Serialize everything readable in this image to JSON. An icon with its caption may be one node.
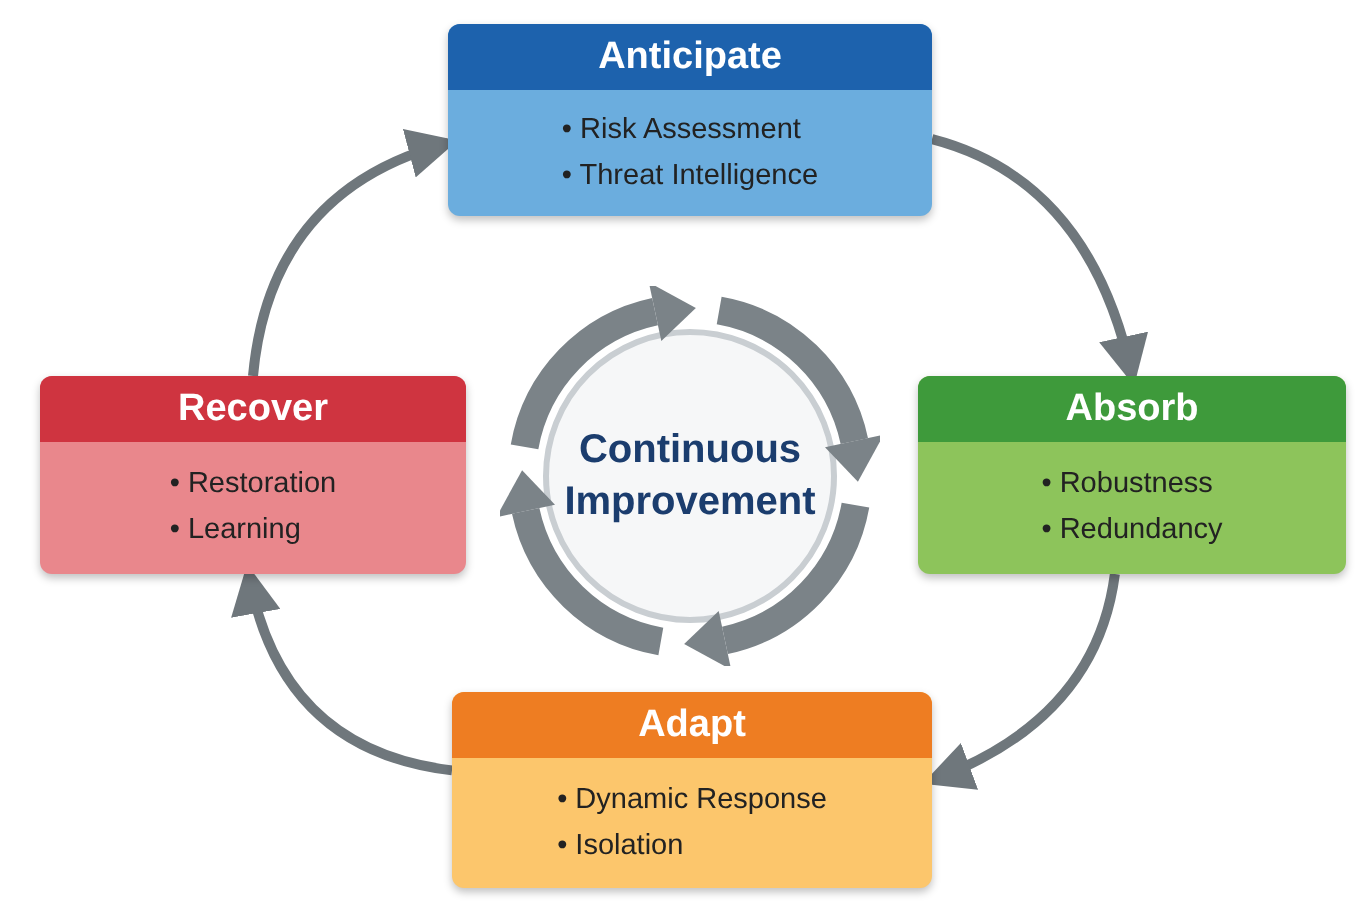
{
  "diagram": {
    "nodes": [
      {
        "text": [
          "Anticipate",
          "• Risk Assessment",
          "• Threat Intelligence"
        ]
      },
      {
        "text": [
          "Recover",
          "• Restoration",
          "• Learning"
        ]
      },
      {
        "text": [
          "Continuous Improvement"
        ]
      },
      {
        "text": [
          "Absorb",
          "• Robustness",
          "• Redundancy"
        ]
      },
      {
        "text": [
          "Adapt",
          "• Dynamic Response",
          "• Isolation"
        ]
      }
    ],
    "edges": [
      {
        "from": 0,
        "to": 3,
        "arrow": "to"
      },
      {
        "from": 3,
        "to": 4,
        "arrow": "to"
      },
      {
        "from": 4,
        "to": 1,
        "arrow": "to"
      },
      {
        "from": 1,
        "to": 0,
        "arrow": "to"
      }
    ]
  }
}
